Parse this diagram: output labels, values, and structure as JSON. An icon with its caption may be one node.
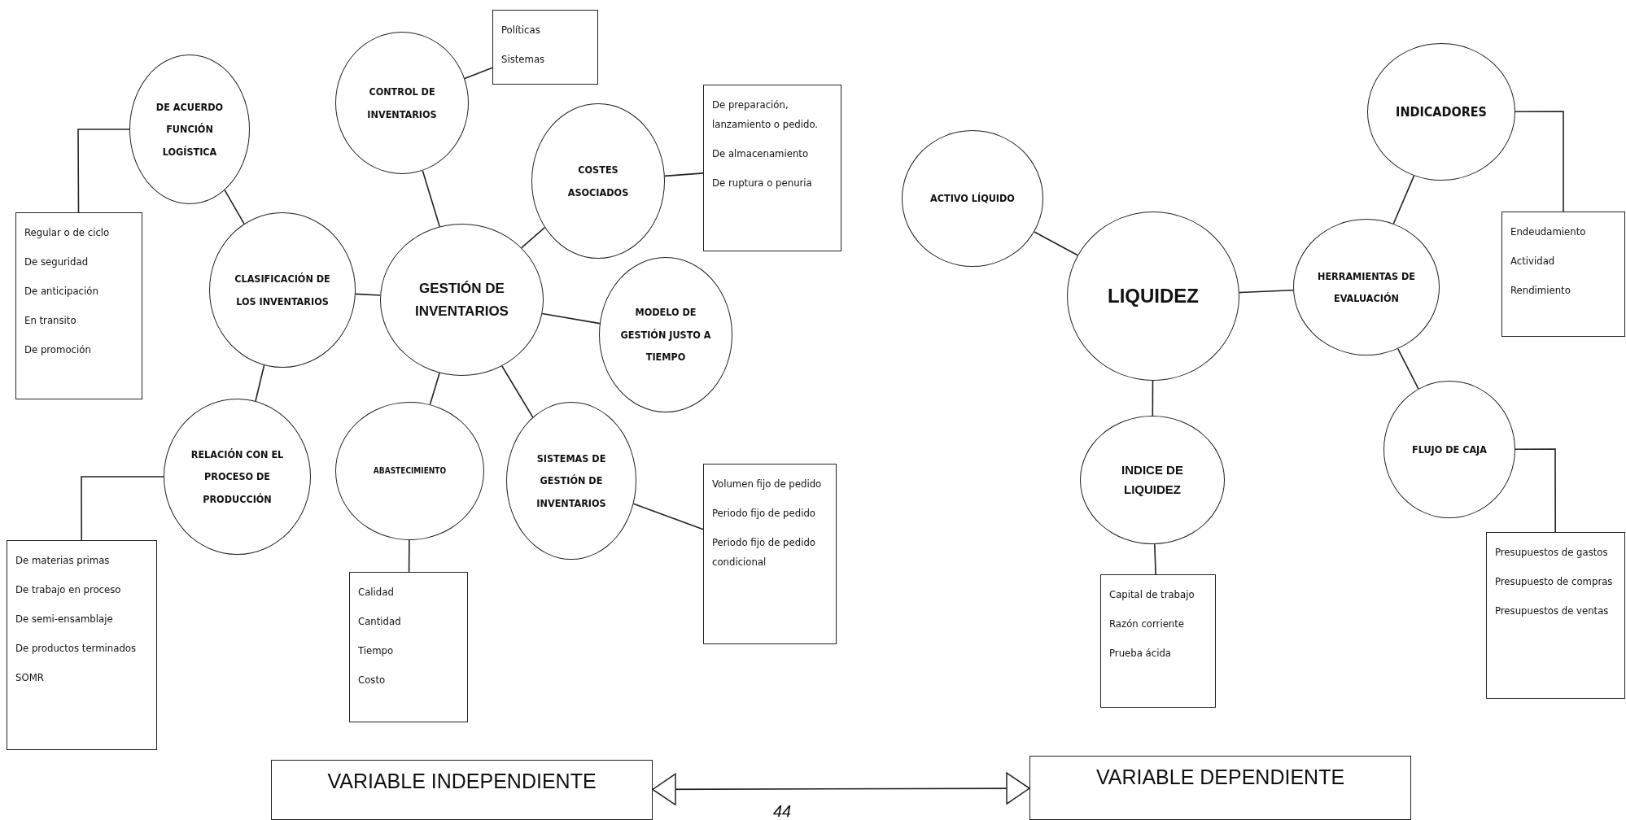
{
  "diagram": {
    "nodes": [
      {
        "text": [
          "CONTROL DE INVENTARIOS"
        ]
      },
      {
        "text": [
          "Políticas",
          "Sistemas"
        ]
      },
      {
        "text": [
          "DE ACUERDO FUNCIÓN LOGÍSTICA"
        ]
      },
      {
        "text": [
          "COSTES ASOCIADOS"
        ]
      },
      {
        "text": [
          "De preparación, lanzamiento o pedido.",
          "De almacenamiento",
          "De ruptura o penuria"
        ]
      },
      {
        "text": [
          "CLASIFICACIÓN DE LOS INVENTARIOS"
        ]
      },
      {
        "text": [
          "GESTIÓN DE INVENTARIOS"
        ]
      },
      {
        "text": [
          "MODELO DE GESTIÓN JUSTO A TIEMPO"
        ]
      },
      {
        "text": [
          "Regular o de ciclo",
          "De seguridad",
          "De anticipación",
          "En transito",
          "De promoción"
        ]
      },
      {
        "text": [
          "RELACIÓN CON EL PROCESO DE PRODUCCIÓN"
        ]
      },
      {
        "text": [
          "ABASTECIMIENTO"
        ]
      },
      {
        "text": [
          "SISTEMAS DE GESTIÓN DE INVENTARIOS"
        ]
      },
      {
        "text": [
          "Volumen fijo de pedido",
          "Periodo fijo de pedido",
          "Periodo fijo de pedido condicional"
        ]
      },
      {
        "text": [
          "De materias primas",
          "De trabajo en proceso",
          "De semi-ensamblaje",
          "De productos terminados",
          "SOMR"
        ]
      },
      {
        "text": [
          "Calidad",
          "Cantidad",
          "Tiempo",
          "Costo"
        ]
      },
      {
        "text": [
          "INDICADORES"
        ]
      },
      {
        "text": [
          "ACTIVO LÍQUIDO"
        ]
      },
      {
        "text": [
          "LIQUIDEZ"
        ]
      },
      {
        "text": [
          "HERRAMIENTAS DE EVALUACIÓN"
        ]
      },
      {
        "text": [
          "Endeudamiento",
          "Actividad",
          "Rendimiento"
        ]
      },
      {
        "text": [
          "FLUJO DE CAJA"
        ]
      },
      {
        "text": [
          "INDICE DE LIQUIDEZ"
        ]
      },
      {
        "text": [
          "Capital de trabajo",
          "Razón corriente",
          "Prueba ácida"
        ]
      },
      {
        "text": [
          "Presupuestos de gastos",
          "Presupuesto de compras",
          "Presupuestos de ventas"
        ]
      },
      {
        "text": [
          "VARIABLE INDEPENDIENTE"
        ]
      },
      {
        "text": [
          "VARIABLE DEPENDIENTE"
        ]
      }
    ],
    "edges": [
      {
        "from": 6,
        "to": 0,
        "arrow": "none"
      },
      {
        "from": 0,
        "to": 1,
        "arrow": "none"
      },
      {
        "from": 6,
        "to": 5,
        "arrow": "none"
      },
      {
        "from": 5,
        "to": 2,
        "arrow": "none"
      },
      {
        "from": 2,
        "to": 8,
        "arrow": "none"
      },
      {
        "from": 6,
        "to": 3,
        "arrow": "none"
      },
      {
        "from": 3,
        "to": 4,
        "arrow": "none"
      },
      {
        "from": 6,
        "to": 7,
        "arrow": "none"
      },
      {
        "from": 5,
        "to": 9,
        "arrow": "none"
      },
      {
        "from": 9,
        "to": 13,
        "arrow": "none"
      },
      {
        "from": 6,
        "to": 10,
        "arrow": "none"
      },
      {
        "from": 10,
        "to": 14,
        "arrow": "none"
      },
      {
        "from": 6,
        "to": 11,
        "arrow": "none"
      },
      {
        "from": 11,
        "to": 12,
        "arrow": "none"
      },
      {
        "from": 17,
        "to": 16,
        "arrow": "none"
      },
      {
        "from": 17,
        "to": 18,
        "arrow": "none"
      },
      {
        "from": 18,
        "to": 15,
        "arrow": "none"
      },
      {
        "from": 15,
        "to": 19,
        "arrow": "none"
      },
      {
        "from": 18,
        "to": 20,
        "arrow": "none"
      },
      {
        "from": 20,
        "to": 23,
        "arrow": "none"
      },
      {
        "from": 17,
        "to": 21,
        "arrow": "none"
      },
      {
        "from": 21,
        "to": 22,
        "arrow": "none"
      },
      {
        "from": 24,
        "to": 25,
        "arrow": "both"
      }
    ],
    "labels": [
      "44"
    ]
  }
}
